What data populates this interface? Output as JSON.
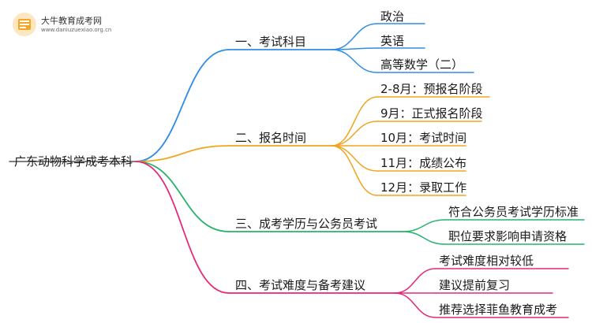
{
  "logo": {
    "title": "大牛教育成考网",
    "url": "www.daniuzuexiao.org.cn"
  },
  "root": {
    "label": "广东动物科学成考本科"
  },
  "colors": {
    "branch1": "#2f8de4",
    "branch2": "#f0a51e",
    "branch3": "#27b36b",
    "branch4": "#e6287a",
    "logo_orange": "#f5a623"
  },
  "branches": [
    {
      "label": "一、考试科目",
      "children": [
        "政治",
        "英语",
        "高等数学（二）"
      ]
    },
    {
      "label": "二、报名时间",
      "children": [
        "2-8月：预报名阶段",
        "9月：正式报名阶段",
        "10月：考试时间",
        "11月：成绩公布",
        "12月：录取工作"
      ]
    },
    {
      "label": "三、成考学历与公务员考试",
      "children": [
        "符合公务员考试学历标准",
        "职位要求影响申请资格"
      ]
    },
    {
      "label": "四、考试难度与备考建议",
      "children": [
        "考试难度相对较低",
        "建议提前复习",
        "推荐选择菲鱼教育成考"
      ]
    }
  ]
}
